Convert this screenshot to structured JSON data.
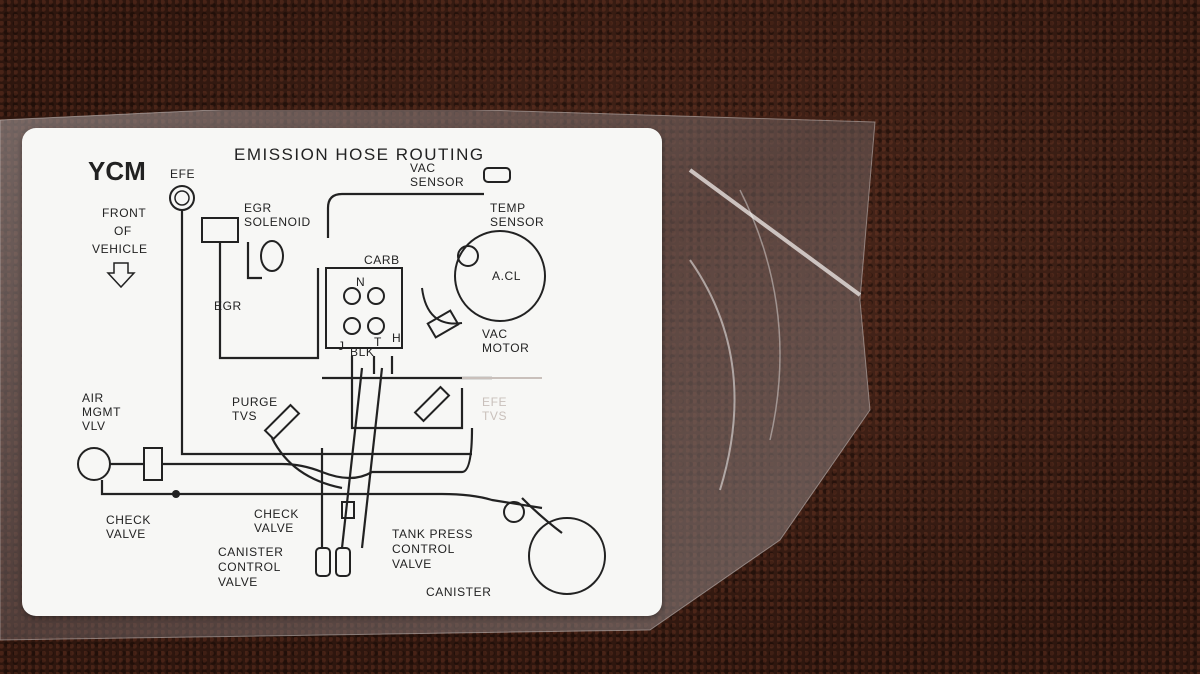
{
  "card": {
    "title": "EMISSION HOSE ROUTING",
    "code": "YCM",
    "labels": {
      "efe": "EFE",
      "front": "FRONT",
      "of": "OF",
      "vehicle": "VEHICLE",
      "vac1": "VAC",
      "sensor1": "SENSOR",
      "egr": "EGR",
      "solenoid": "SOLENOID",
      "egr_valve": "EGR",
      "temp": "TEMP",
      "sensor2": "SENSOR",
      "carb": "CARB",
      "acl": "A.CL",
      "n": "N",
      "vac2": "VAC",
      "motor": "MOTOR",
      "j": "J",
      "blk": "BLK",
      "t": "T",
      "h": "H",
      "air": "AIR",
      "mgmt": "MGMT",
      "vlv": "VLV",
      "purge": "PURGE",
      "tvs1": "TVS",
      "efe2": "EFE",
      "tvs2": "TVS",
      "check1": "CHECK",
      "valve1": "VALVE",
      "check2": "CHECK",
      "valve2": "VALVE",
      "canister": "CANISTER",
      "control": "CONTROL",
      "valve3": "VALVE",
      "tank": "TANK PRESS",
      "control2": "CONTROL",
      "valve4": "VALVE",
      "canister2": "CANISTER"
    }
  }
}
